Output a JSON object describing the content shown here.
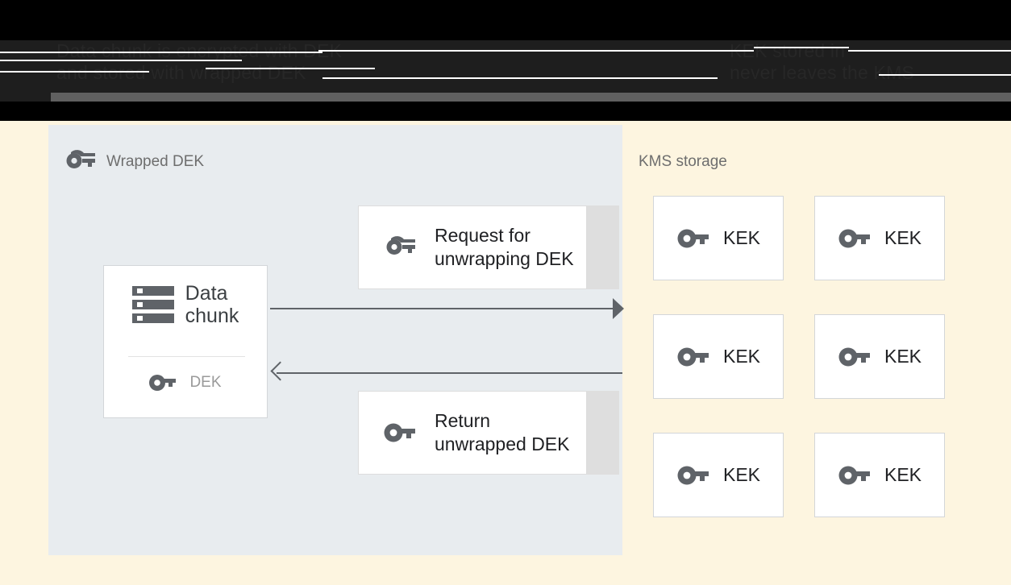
{
  "header": {
    "left_text": "Data chunk is encrypted with DEK\nand stored with wrapped DEK",
    "right_text": "KEK stored in\nnever leaves the KMS"
  },
  "diagram": {
    "type": "flow",
    "client_panel": {
      "title": "Wrapped DEK",
      "title_icon": "wrapped-key-icon",
      "background": "#e8ecef",
      "data_chunk_card": {
        "icon": "storage-icon",
        "label": "Data\nchunk",
        "key_icon": "key-icon",
        "key_label": "DEK"
      },
      "messages": [
        {
          "icon": "wrapped-key-icon",
          "label": "Request for\nunwrapping DEK",
          "direction": "right"
        },
        {
          "icon": "key-icon",
          "label": "Return\nunwrapped DEK",
          "direction": "left"
        }
      ]
    },
    "kms_panel": {
      "title": "KMS storage",
      "background": "#fdf5e0",
      "keys": [
        {
          "icon": "key-icon",
          "label": "KEK"
        },
        {
          "icon": "key-icon",
          "label": "KEK"
        },
        {
          "icon": "key-icon",
          "label": "KEK"
        },
        {
          "icon": "key-icon",
          "label": "KEK"
        },
        {
          "icon": "key-icon",
          "label": "KEK"
        },
        {
          "icon": "key-icon",
          "label": "KEK"
        }
      ]
    },
    "colors": {
      "canvas": "#fdf5e0",
      "client_panel": "#e8ecef",
      "card": "#ffffff",
      "arrow": "#5f6368",
      "icon": "#5f6368",
      "muted_text": "#6e6e6e"
    }
  }
}
